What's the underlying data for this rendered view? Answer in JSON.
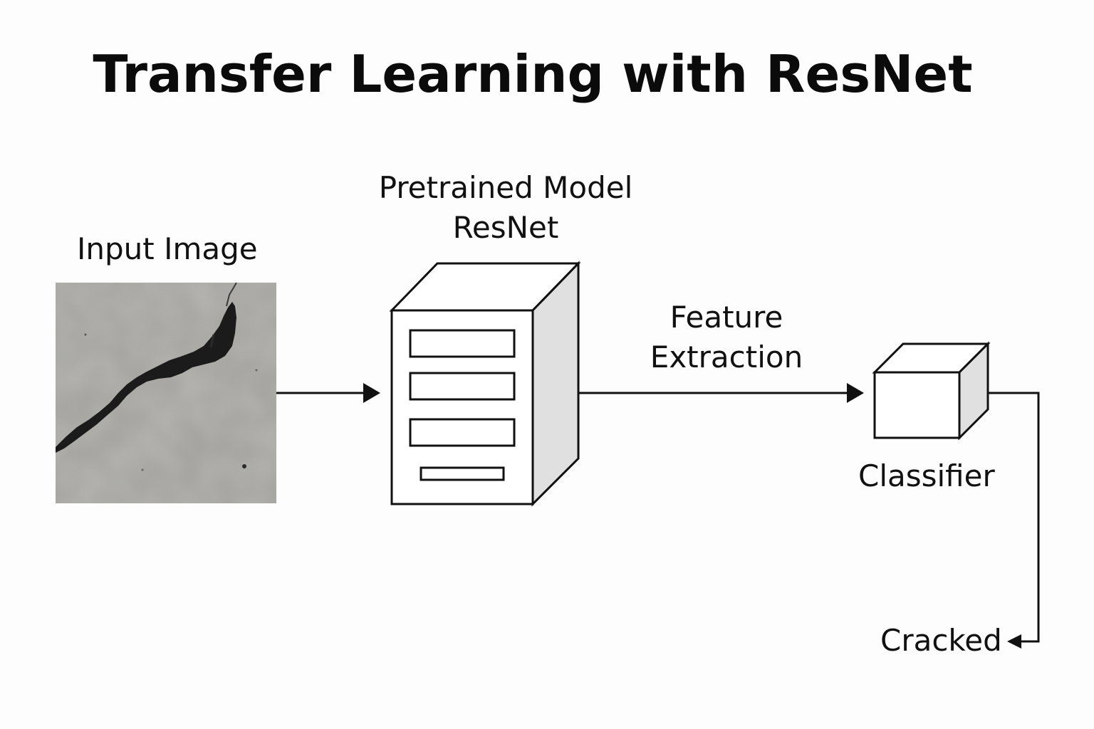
{
  "title": "Transfer Learning with ResNet",
  "input": {
    "label": "Input Image"
  },
  "model": {
    "label_line1": "Pretrained Model",
    "label_line2": "ResNet"
  },
  "edge": {
    "label_line1": "Feature",
    "label_line2": "Extraction"
  },
  "classifier": {
    "label": "Classifier"
  },
  "output": {
    "label": "Cracked"
  },
  "colors": {
    "stroke": "#111111",
    "side_face": "#e0e0e0",
    "concrete": "#9a9994",
    "crack": "#1a1a1a"
  }
}
